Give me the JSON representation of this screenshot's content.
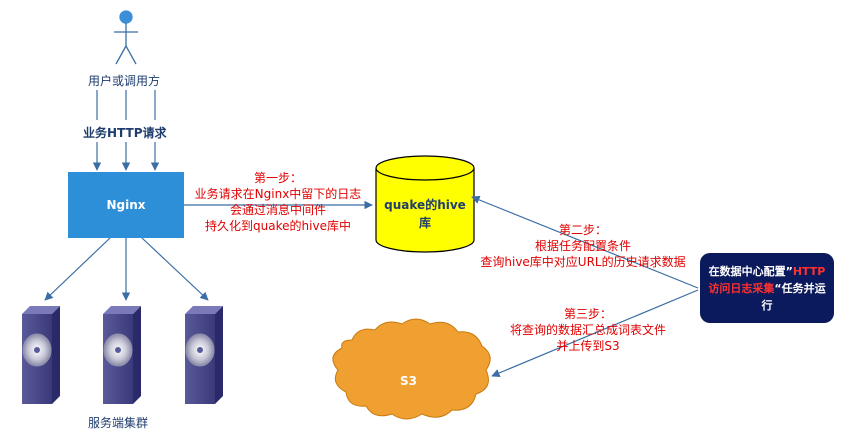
{
  "actor": {
    "label": "用户或调用方"
  },
  "request": {
    "label": "业务HTTP请求"
  },
  "nginx": {
    "label": "Nginx"
  },
  "hive": {
    "line1": "quake的hive",
    "line2": "库"
  },
  "step1": {
    "title": "第一步：",
    "line1": "业务请求在Nginx中留下的日志",
    "line2": "会通过消息中间件",
    "line3": "持久化到quake的hive库中"
  },
  "step2": {
    "title": "第二步：",
    "line1": "根据任务配置条件",
    "line2": "查询hive库中对应URL的历史请求数据"
  },
  "step3": {
    "title": "第三步：",
    "line1": "将查询的数据汇总成词表文件",
    "line2": "并上传到S3"
  },
  "task": {
    "part1": "在数据中心配置”",
    "part2": "HTTP访问日志采集",
    "part3": "“任务并运行"
  },
  "s3": {
    "label": "S3"
  },
  "servers": {
    "label": "服务端集群"
  },
  "colors": {
    "nginx": "#2d8fd8",
    "hive": "#ffff00",
    "task": "#0b1a5c",
    "s3": "#f0a030",
    "edge": "#3a6ea5",
    "annotation": "#e00000"
  }
}
